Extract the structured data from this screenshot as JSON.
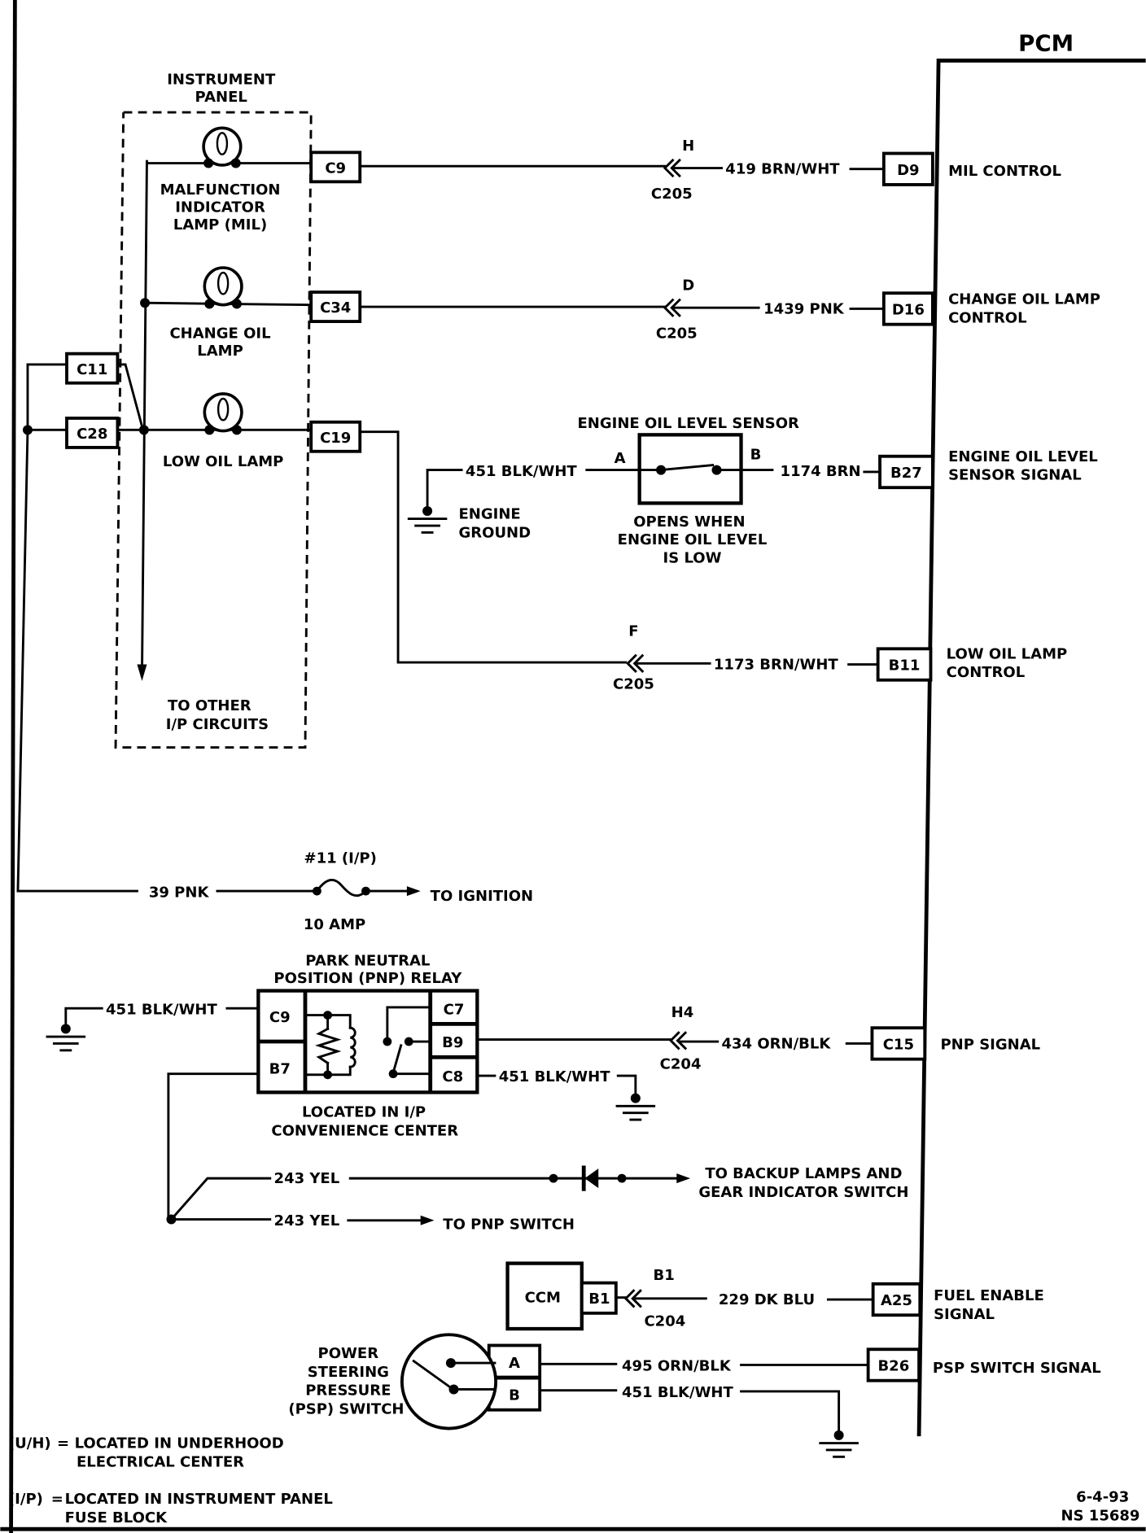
{
  "diagram": {
    "title": "PCM",
    "footer": {
      "date": "6-4-93",
      "ref": "NS 15689"
    },
    "legend": [
      {
        "key": "(U/H)",
        "eq": "=",
        "line1": "LOCATED IN UNDERHOOD",
        "line2": "ELECTRICAL CENTER"
      },
      {
        "key": "(I/P)",
        "eq": "=",
        "line1": "LOCATED IN INSTRUMENT PANEL",
        "line2": "FUSE BLOCK"
      }
    ],
    "instrument_panel": {
      "title_line1": "INSTRUMENT",
      "title_line2": "PANEL",
      "lamps": [
        {
          "label_lines": [
            "MALFUNCTION",
            "INDICATOR",
            "LAMP (MIL)"
          ],
          "connector": "C9"
        },
        {
          "label_lines": [
            "CHANGE OIL",
            "LAMP"
          ],
          "connector": "C34"
        },
        {
          "label_lines": [
            "LOW OIL LAMP"
          ],
          "connector": "C19"
        }
      ],
      "feed_connectors": [
        "C11",
        "C28"
      ],
      "other_circuits_line1": "TO OTHER",
      "other_circuits_line2": "I/P CIRCUITS"
    },
    "pcm_pins": [
      {
        "pin": "D9",
        "desc_lines": [
          "MIL CONTROL"
        ],
        "wire": "419 BRN/WHT",
        "inline_connector": "C205",
        "inline_pin": "H"
      },
      {
        "pin": "D16",
        "desc_lines": [
          "CHANGE OIL LAMP",
          "CONTROL"
        ],
        "wire": "1439 PNK",
        "inline_connector": "C205",
        "inline_pin": "D"
      },
      {
        "pin": "B27",
        "desc_lines": [
          "ENGINE OIL LEVEL",
          "SENSOR SIGNAL"
        ],
        "wire": "1174 BRN"
      },
      {
        "pin": "B11",
        "desc_lines": [
          "LOW OIL LAMP",
          "CONTROL"
        ],
        "wire": "1173 BRN/WHT",
        "inline_connector": "C205",
        "inline_pin": "F"
      },
      {
        "pin": "C15",
        "desc_lines": [
          "PNP SIGNAL"
        ],
        "wire": "434 ORN/BLK",
        "inline_connector": "C204",
        "inline_pin": "H4"
      },
      {
        "pin": "A25",
        "desc_lines": [
          "FUEL ENABLE",
          "SIGNAL"
        ],
        "wire": "229 DK BLU",
        "inline_connector": "C204",
        "inline_pin": "B1"
      },
      {
        "pin": "B26",
        "desc_lines": [
          "PSP SWITCH SIGNAL"
        ],
        "wire": "495 ORN/BLK"
      }
    ],
    "oil_level_sensor": {
      "title": "ENGINE OIL LEVEL SENSOR",
      "terminal_a": "A",
      "terminal_b": "B",
      "ground_wire": "451 BLK/WHT",
      "ground_label_line1": "ENGINE",
      "ground_label_line2": "GROUND",
      "note_lines": [
        "OPENS WHEN",
        "ENGINE OIL LEVEL",
        "IS LOW"
      ]
    },
    "ignition_feed": {
      "wire": "39 PNK",
      "fuse": "#11 (I/P)",
      "rating": "10 AMP",
      "destination": "TO IGNITION"
    },
    "pnp_relay": {
      "title_line1": "PARK NEUTRAL",
      "title_line2": "POSITION (PNP) RELAY",
      "pins_left": [
        "C9",
        "B7"
      ],
      "pins_right": [
        "C7",
        "B9",
        "C8"
      ],
      "ground_wire_left": "451 BLK/WHT",
      "ground_wire_right": "451 BLK/WHT",
      "location_line1": "LOCATED IN I/P",
      "location_line2": "CONVENIENCE CENTER"
    },
    "yel_circuits": [
      {
        "wire": "243 YEL",
        "dest_line1": "TO BACKUP LAMPS AND",
        "dest_line2": "GEAR INDICATOR SWITCH"
      },
      {
        "wire": "243 YEL",
        "dest_line1": "TO PNP SWITCH"
      }
    ],
    "ccm": {
      "label": "CCM",
      "pin": "B1"
    },
    "psp_switch": {
      "label_lines": [
        "POWER",
        "STEERING",
        "PRESSURE",
        "(PSP) SWITCH"
      ],
      "pin_a": "A",
      "pin_b": "B",
      "ground_wire": "451 BLK/WHT"
    }
  }
}
